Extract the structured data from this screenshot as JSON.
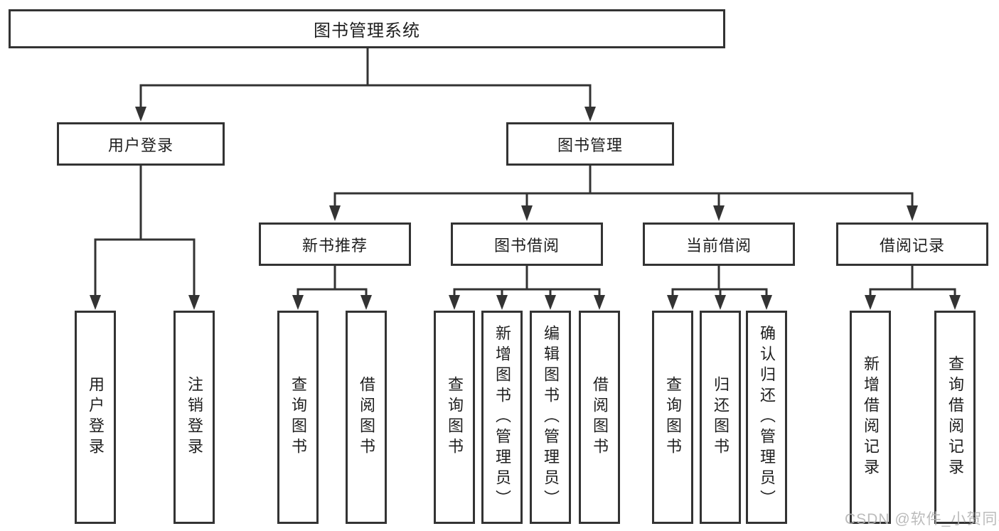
{
  "diagram": {
    "root": {
      "label": "图书管理系统"
    },
    "branches": [
      {
        "label": "用户登录",
        "children": [
          {
            "label": "用户登录"
          },
          {
            "label": "注销登录"
          }
        ]
      },
      {
        "label": "图书管理",
        "children": [
          {
            "label": "新书推荐",
            "children": [
              {
                "label": "查询图书"
              },
              {
                "label": "借阅图书"
              }
            ]
          },
          {
            "label": "图书借阅",
            "children": [
              {
                "label": "查询图书"
              },
              {
                "label": "新增图书（管理员）"
              },
              {
                "label": "编辑图书（管理员）"
              },
              {
                "label": "借阅图书"
              }
            ]
          },
          {
            "label": "当前借阅",
            "children": [
              {
                "label": "查询图书"
              },
              {
                "label": "归还图书"
              },
              {
                "label": "确认归还（管理员）"
              }
            ]
          },
          {
            "label": "借阅记录",
            "children": [
              {
                "label": "新增借阅记录"
              },
              {
                "label": "查询借阅记录"
              }
            ]
          }
        ]
      }
    ]
  },
  "watermark": {
    "text": "CSDN @软件_小贺同学"
  },
  "colors": {
    "line": "#333333",
    "text": "#1f1f1f",
    "background": "#ffffff",
    "watermark": "#b4b4b4"
  }
}
